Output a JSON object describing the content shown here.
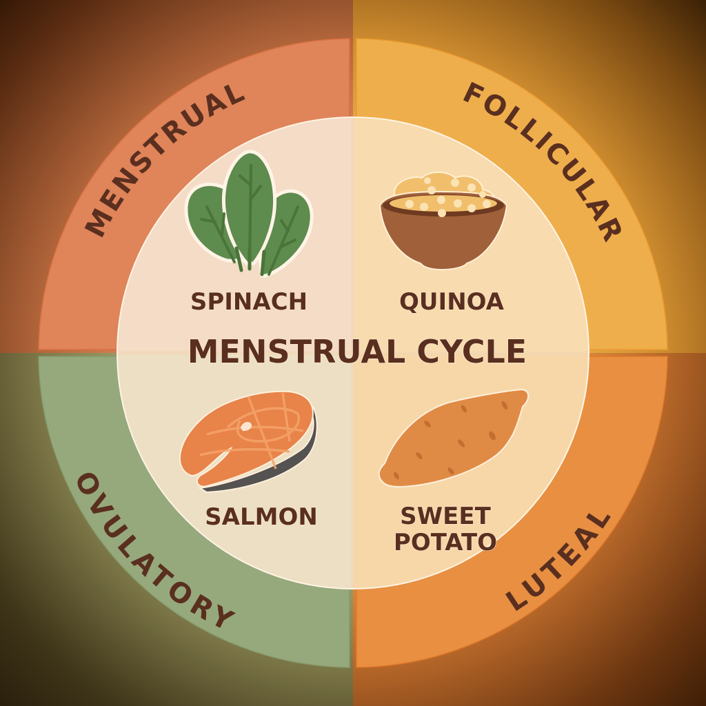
{
  "title": "MENSTRUAL CYCLE",
  "phases": [
    {
      "name": "MENSTRUAL",
      "food": "SPINACH",
      "ring_color": "#e0845a",
      "inner_color": "#f4dcc6",
      "icon": "spinach-icon"
    },
    {
      "name": "FOLLICULAR",
      "food": "QUINOA",
      "ring_color": "#efae4c",
      "inner_color": "#f7dcb0",
      "icon": "quinoa-bowl-icon"
    },
    {
      "name": "OVULATORY",
      "food": "SALMON",
      "ring_color": "#96a97c",
      "inner_color": "#ecdfc4",
      "icon": "salmon-steak-icon"
    },
    {
      "name": "LUTEAL",
      "food_lines": [
        "SWEET",
        "POTATO"
      ],
      "ring_color": "#e88f42",
      "inner_color": "#f7d9ac",
      "icon": "sweet-potato-icon"
    }
  ],
  "colors": {
    "text": "#5a2f1f",
    "bg_top_left": "#e08a5c",
    "bg_top_right": "#eeb04c",
    "bg_bottom_left": "#a4a672",
    "bg_bottom_right": "#e3953f"
  }
}
